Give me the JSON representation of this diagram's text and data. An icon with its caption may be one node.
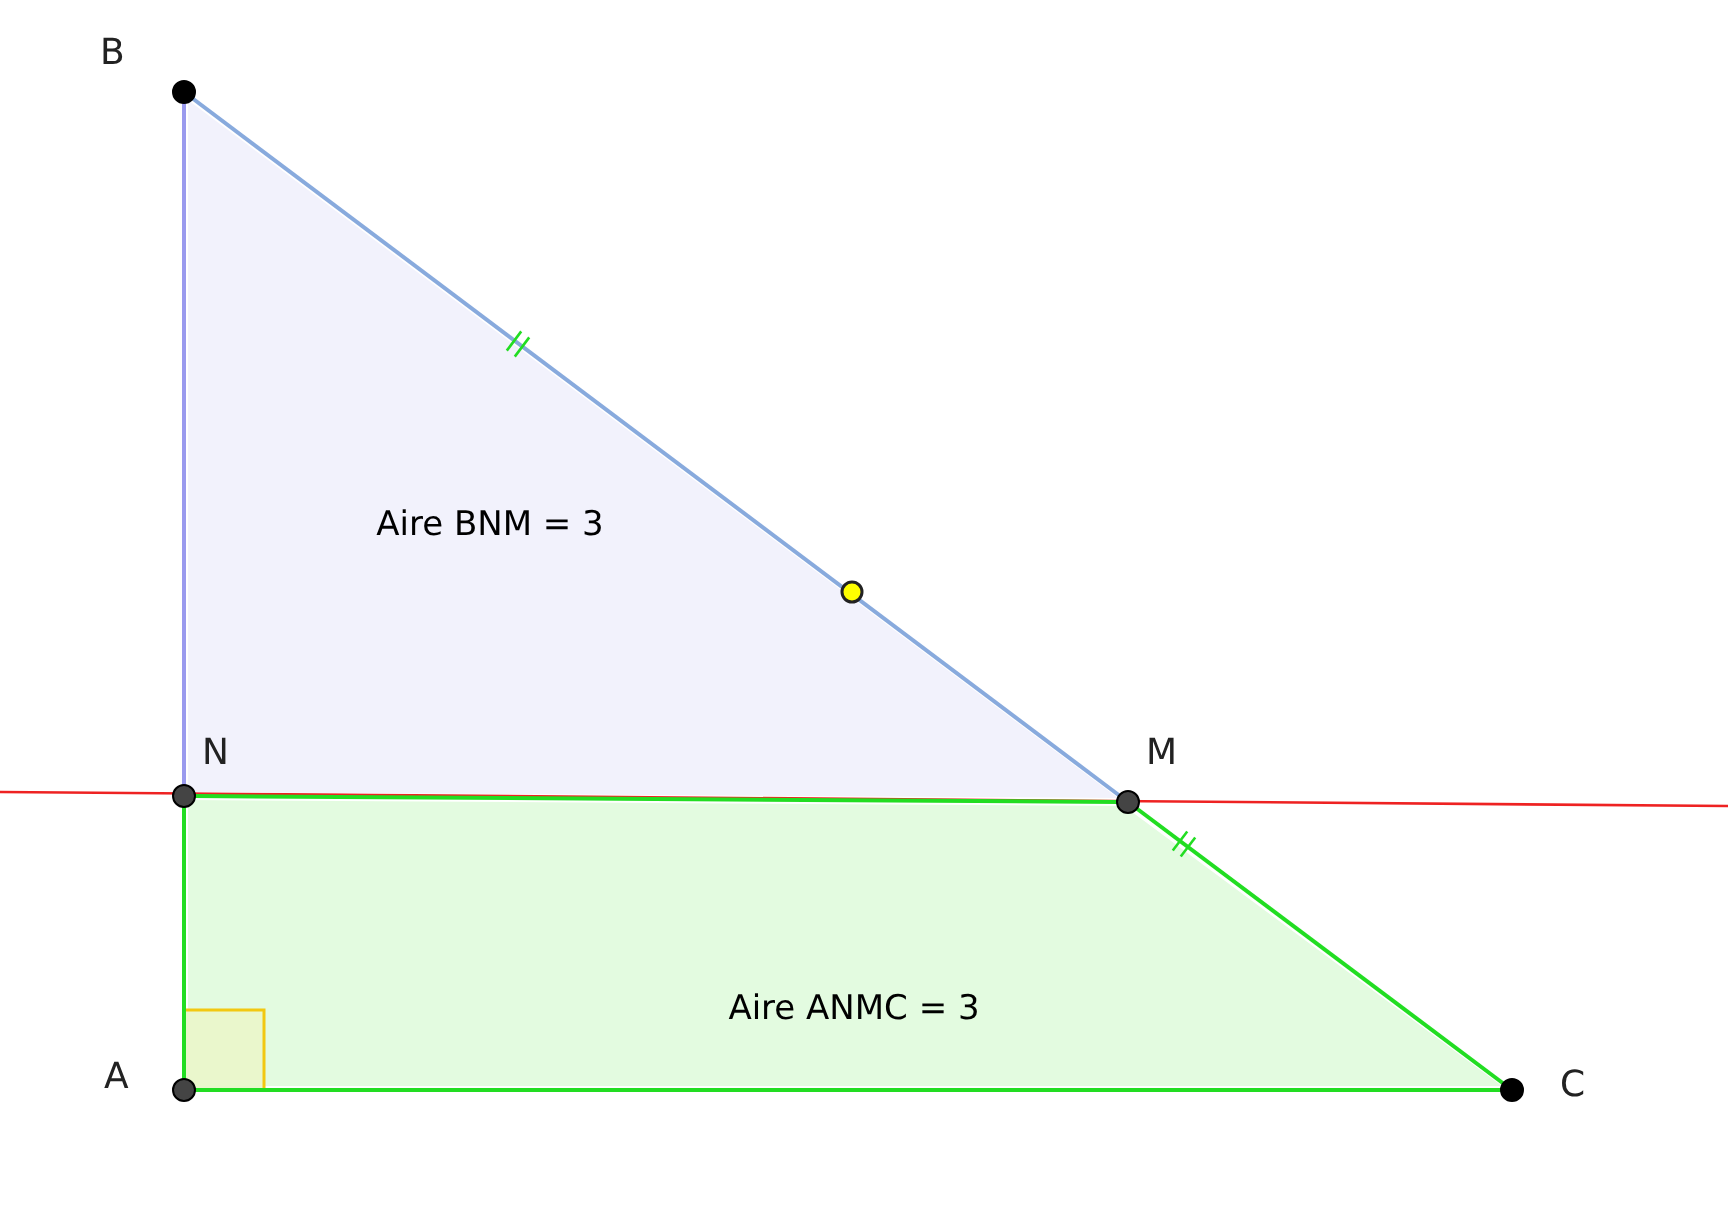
{
  "diagram": {
    "nodes": [
      {
        "text": [
          "Aire BNM = 3"
        ]
      },
      {
        "text": [
          "Aire ANMC = 3"
        ]
      },
      {
        "text": [],
        "shape": "circle"
      },
      {
        "text": [],
        "shape": "circle"
      },
      {
        "text": [],
        "shape": "circle"
      },
      {
        "text": [],
        "shape": "circle"
      },
      {
        "text": [],
        "shape": "circle"
      }
    ],
    "edges": [
      {
        "from": 2,
        "to": 3,
        "arrow": "none",
        "color": "#9a9aee"
      },
      {
        "from": 2,
        "to": 4,
        "arrow": "none",
        "color": "#88aadd"
      },
      {
        "from": 3,
        "to": 4,
        "arrow": "none"
      },
      {
        "from": 3,
        "to": 5,
        "arrow": "none"
      },
      {
        "from": 5,
        "to": 6,
        "arrow": "none"
      },
      {
        "from": 4,
        "to": 6,
        "arrow": "none"
      }
    ],
    "labels": [
      "B",
      "N",
      "M",
      "A",
      "C"
    ]
  }
}
